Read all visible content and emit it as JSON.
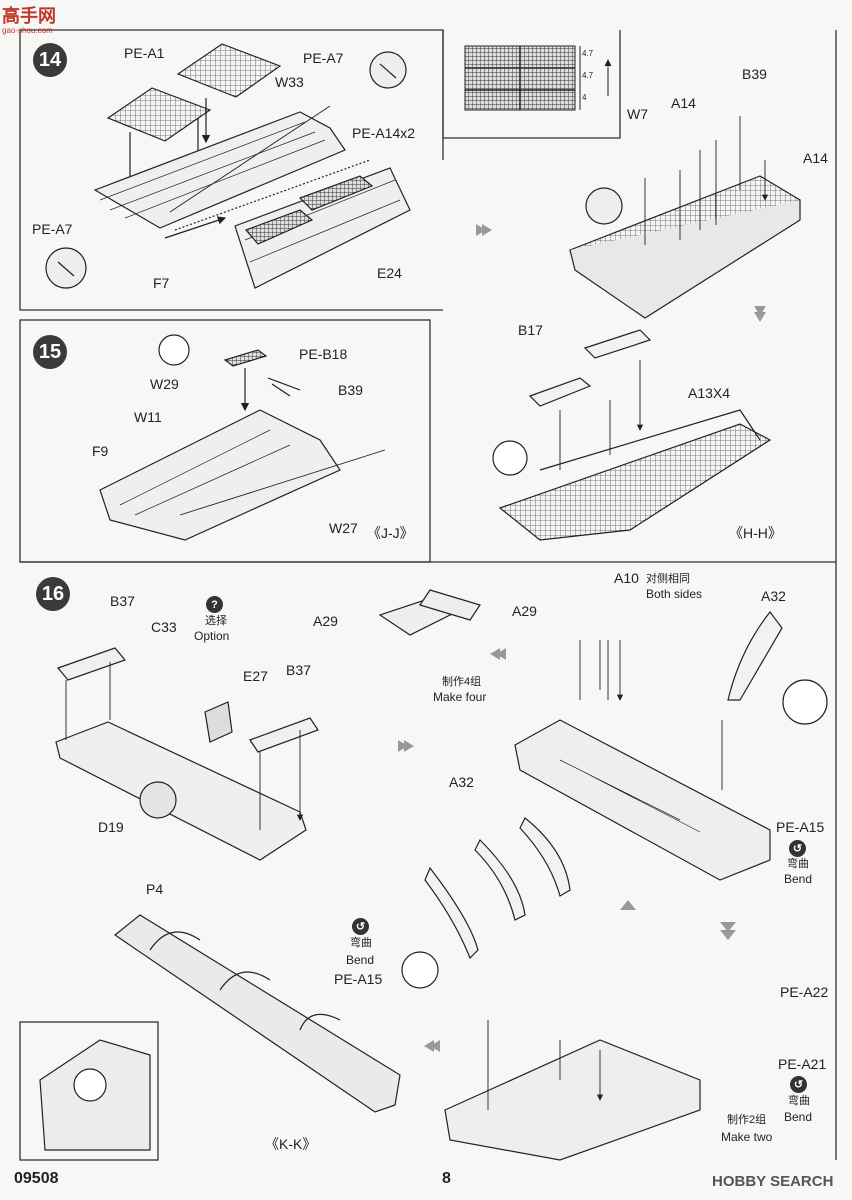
{
  "site_logo": {
    "text_top": "高手网",
    "text_sub": "gao-shou.com"
  },
  "steps": {
    "s14": {
      "number": "14",
      "labels": {
        "pe_a1": "PE-A1",
        "pe_a7_top": "PE-A7",
        "w33": "W33",
        "pe_a14x2": "PE-A14x2",
        "pe_a7_left": "PE-A7",
        "f7": "F7",
        "e24": "E24"
      }
    },
    "s14b": {
      "labels": {
        "b39": "B39",
        "a14_top": "A14",
        "w7": "W7",
        "a14_right": "A14"
      },
      "gauge": {
        "g1": "4.7",
        "g2": "4.7",
        "g3": "4"
      }
    },
    "s15": {
      "number": "15",
      "labels": {
        "pe_b18": "PE-B18",
        "w29": "W29",
        "b39": "B39",
        "w11": "W11",
        "f9": "F9",
        "w27": "W27",
        "view": "《J-J》"
      }
    },
    "s15b": {
      "labels": {
        "b17": "B17",
        "a13x4": "A13X4",
        "view": "《H-H》"
      }
    },
    "s16": {
      "number": "16",
      "labels": {
        "b37_left": "B37",
        "c33": "C33",
        "option_cn": "选择",
        "option_en": "Option",
        "e27": "E27",
        "b37_mid": "B37",
        "d19": "D19",
        "a29_left": "A29",
        "a29_right": "A29",
        "make4_cn": "制作4组",
        "make4_en": "Make four",
        "a10": "A10",
        "both_cn": "对侧相同",
        "both_en": "Both sides",
        "a32_right": "A32",
        "pe_a15_right": "PE-A15",
        "bend_cn_right": "弯曲",
        "bend_en_right": "Bend",
        "p4": "P4",
        "a32_mid": "A32",
        "bend_cn_left": "弯曲",
        "bend_en_left": "Bend",
        "pe_a15_left": "PE-A15",
        "view_kk": "《K-K》",
        "pe_a22": "PE-A22",
        "pe_a21": "PE-A21",
        "bend_cn_bottom": "弯曲",
        "bend_en_bottom": "Bend",
        "make2_cn": "制作2组",
        "make2_en": "Make two"
      },
      "icons": {
        "option_icon": "?",
        "bend_icon": "↺"
      }
    }
  },
  "footer": {
    "code": "09508",
    "page": "8",
    "watermark": "HOBBY SEARCH"
  }
}
